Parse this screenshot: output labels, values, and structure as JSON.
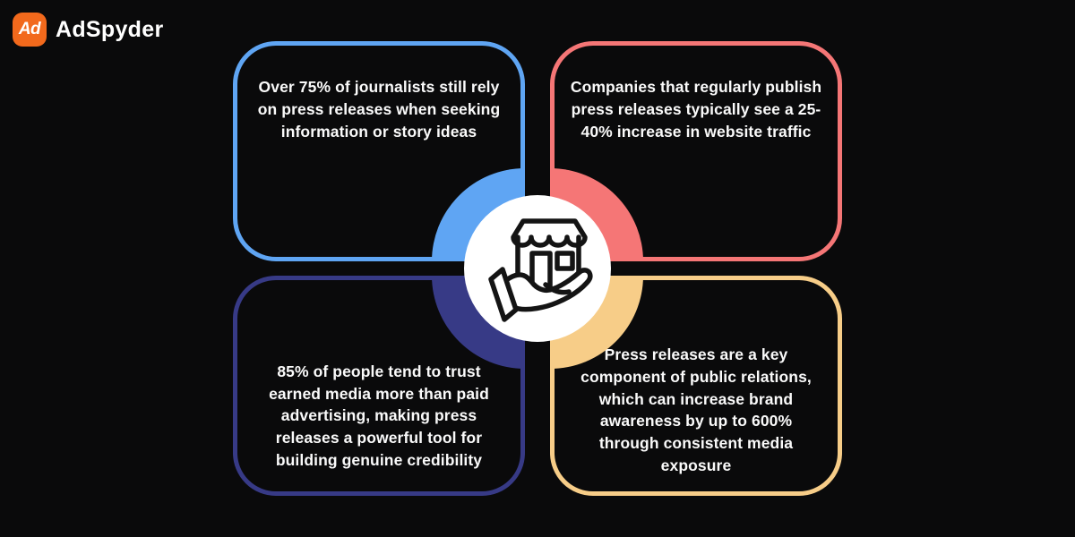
{
  "background": "#0A0A0B",
  "logo": {
    "icon_text": "Ad",
    "icon_color": "#F2691C",
    "name": "AdSpyder"
  },
  "center": {
    "icon": "hand-holding-store"
  },
  "cards": [
    {
      "position": "top-left",
      "accent": "#5FA5F3",
      "text": "Over 75% of journalists still rely\non press releases when seeking\ninformation or story ideas"
    },
    {
      "position": "top-right",
      "accent": "#F57676",
      "text": "Companies that regularly publish\npress releases typically see a 25-\n40% increase in website traffic"
    },
    {
      "position": "bottom-left",
      "accent": "#373A86",
      "text": "85% of people tend to trust\nearned media more than paid\nadvertising, making press\nreleases a powerful tool for\nbuilding genuine credibility"
    },
    {
      "position": "bottom-right",
      "accent": "#F7CD88",
      "text": "Press releases are a key\ncomponent of public relations,\nwhich can increase brand\nawareness by up to 600%\nthrough consistent media\nexposure"
    }
  ]
}
